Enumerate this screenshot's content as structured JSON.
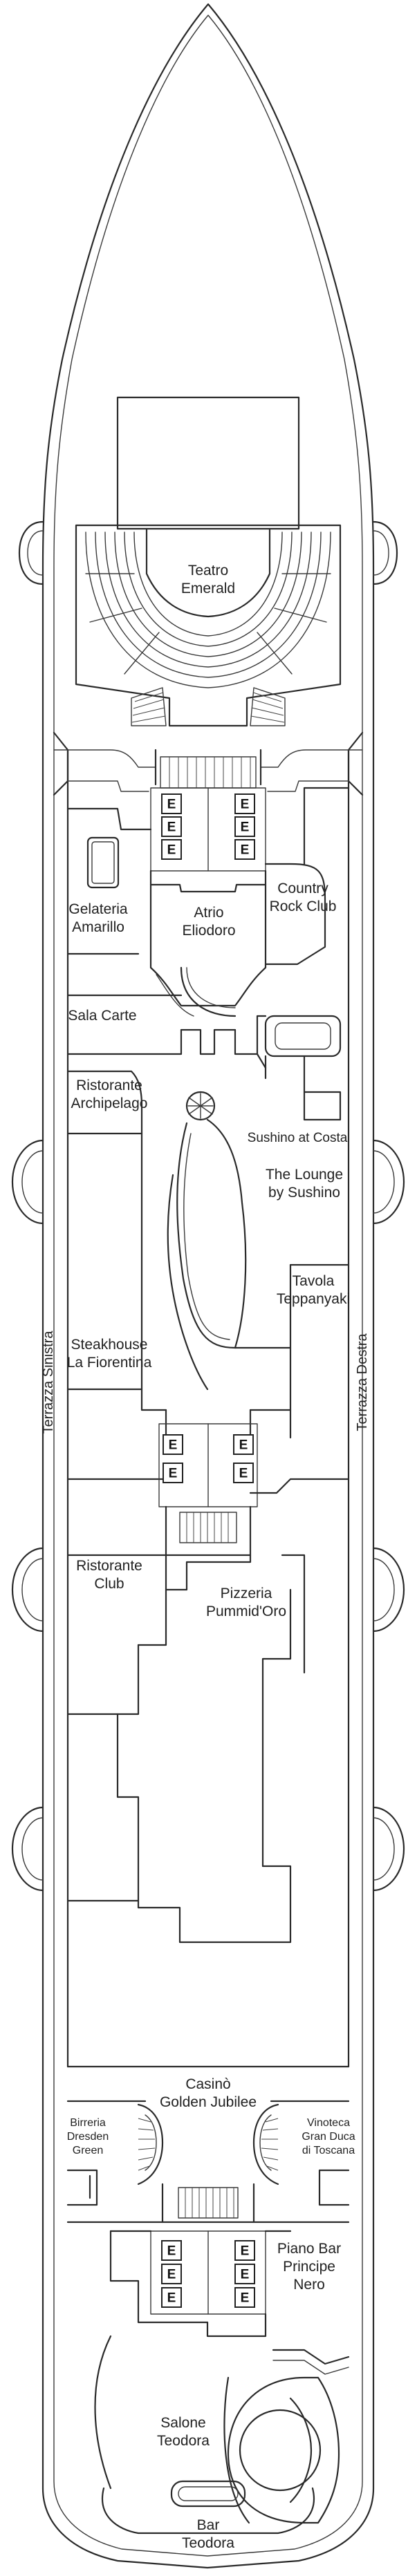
{
  "deck_plan": {
    "rooms": {
      "teatro": [
        "Teatro",
        "Emerald"
      ],
      "gelateria": [
        "Gelateria",
        "Amarillo"
      ],
      "atrio": [
        "Atrio",
        "Eliodoro"
      ],
      "country": [
        "Country",
        "Rock Club"
      ],
      "sala_carte": [
        "Sala Carte"
      ],
      "ristorante_arch": [
        "Ristorante",
        "Archipelago"
      ],
      "sushino": [
        "Sushino at Costa"
      ],
      "lounge": [
        "The Lounge",
        "by Sushino"
      ],
      "tavola": [
        "Tavola",
        "Teppanyaki"
      ],
      "steakhouse": [
        "Steakhouse",
        "La Fiorentina"
      ],
      "ristorante_club": [
        "Ristorante",
        "Club"
      ],
      "pizzeria": [
        "Pizzeria",
        "Pummid'Oro"
      ],
      "casino": [
        "Casinò",
        "Golden Jubilee"
      ],
      "birreria": [
        "Birreria",
        "Dresden",
        "Green"
      ],
      "vinoteca": [
        "Vinoteca",
        "Gran Duca",
        "di Toscana"
      ],
      "piano_bar": [
        "Piano Bar",
        "Principe",
        "Nero"
      ],
      "salone": [
        "Salone",
        "Teodora"
      ],
      "bar_teodora": [
        "Bar",
        "Teodora"
      ]
    },
    "decks": {
      "left": "Terrazza Sinistra",
      "right": "Terrazza Destra"
    },
    "elevator_label": "E"
  }
}
